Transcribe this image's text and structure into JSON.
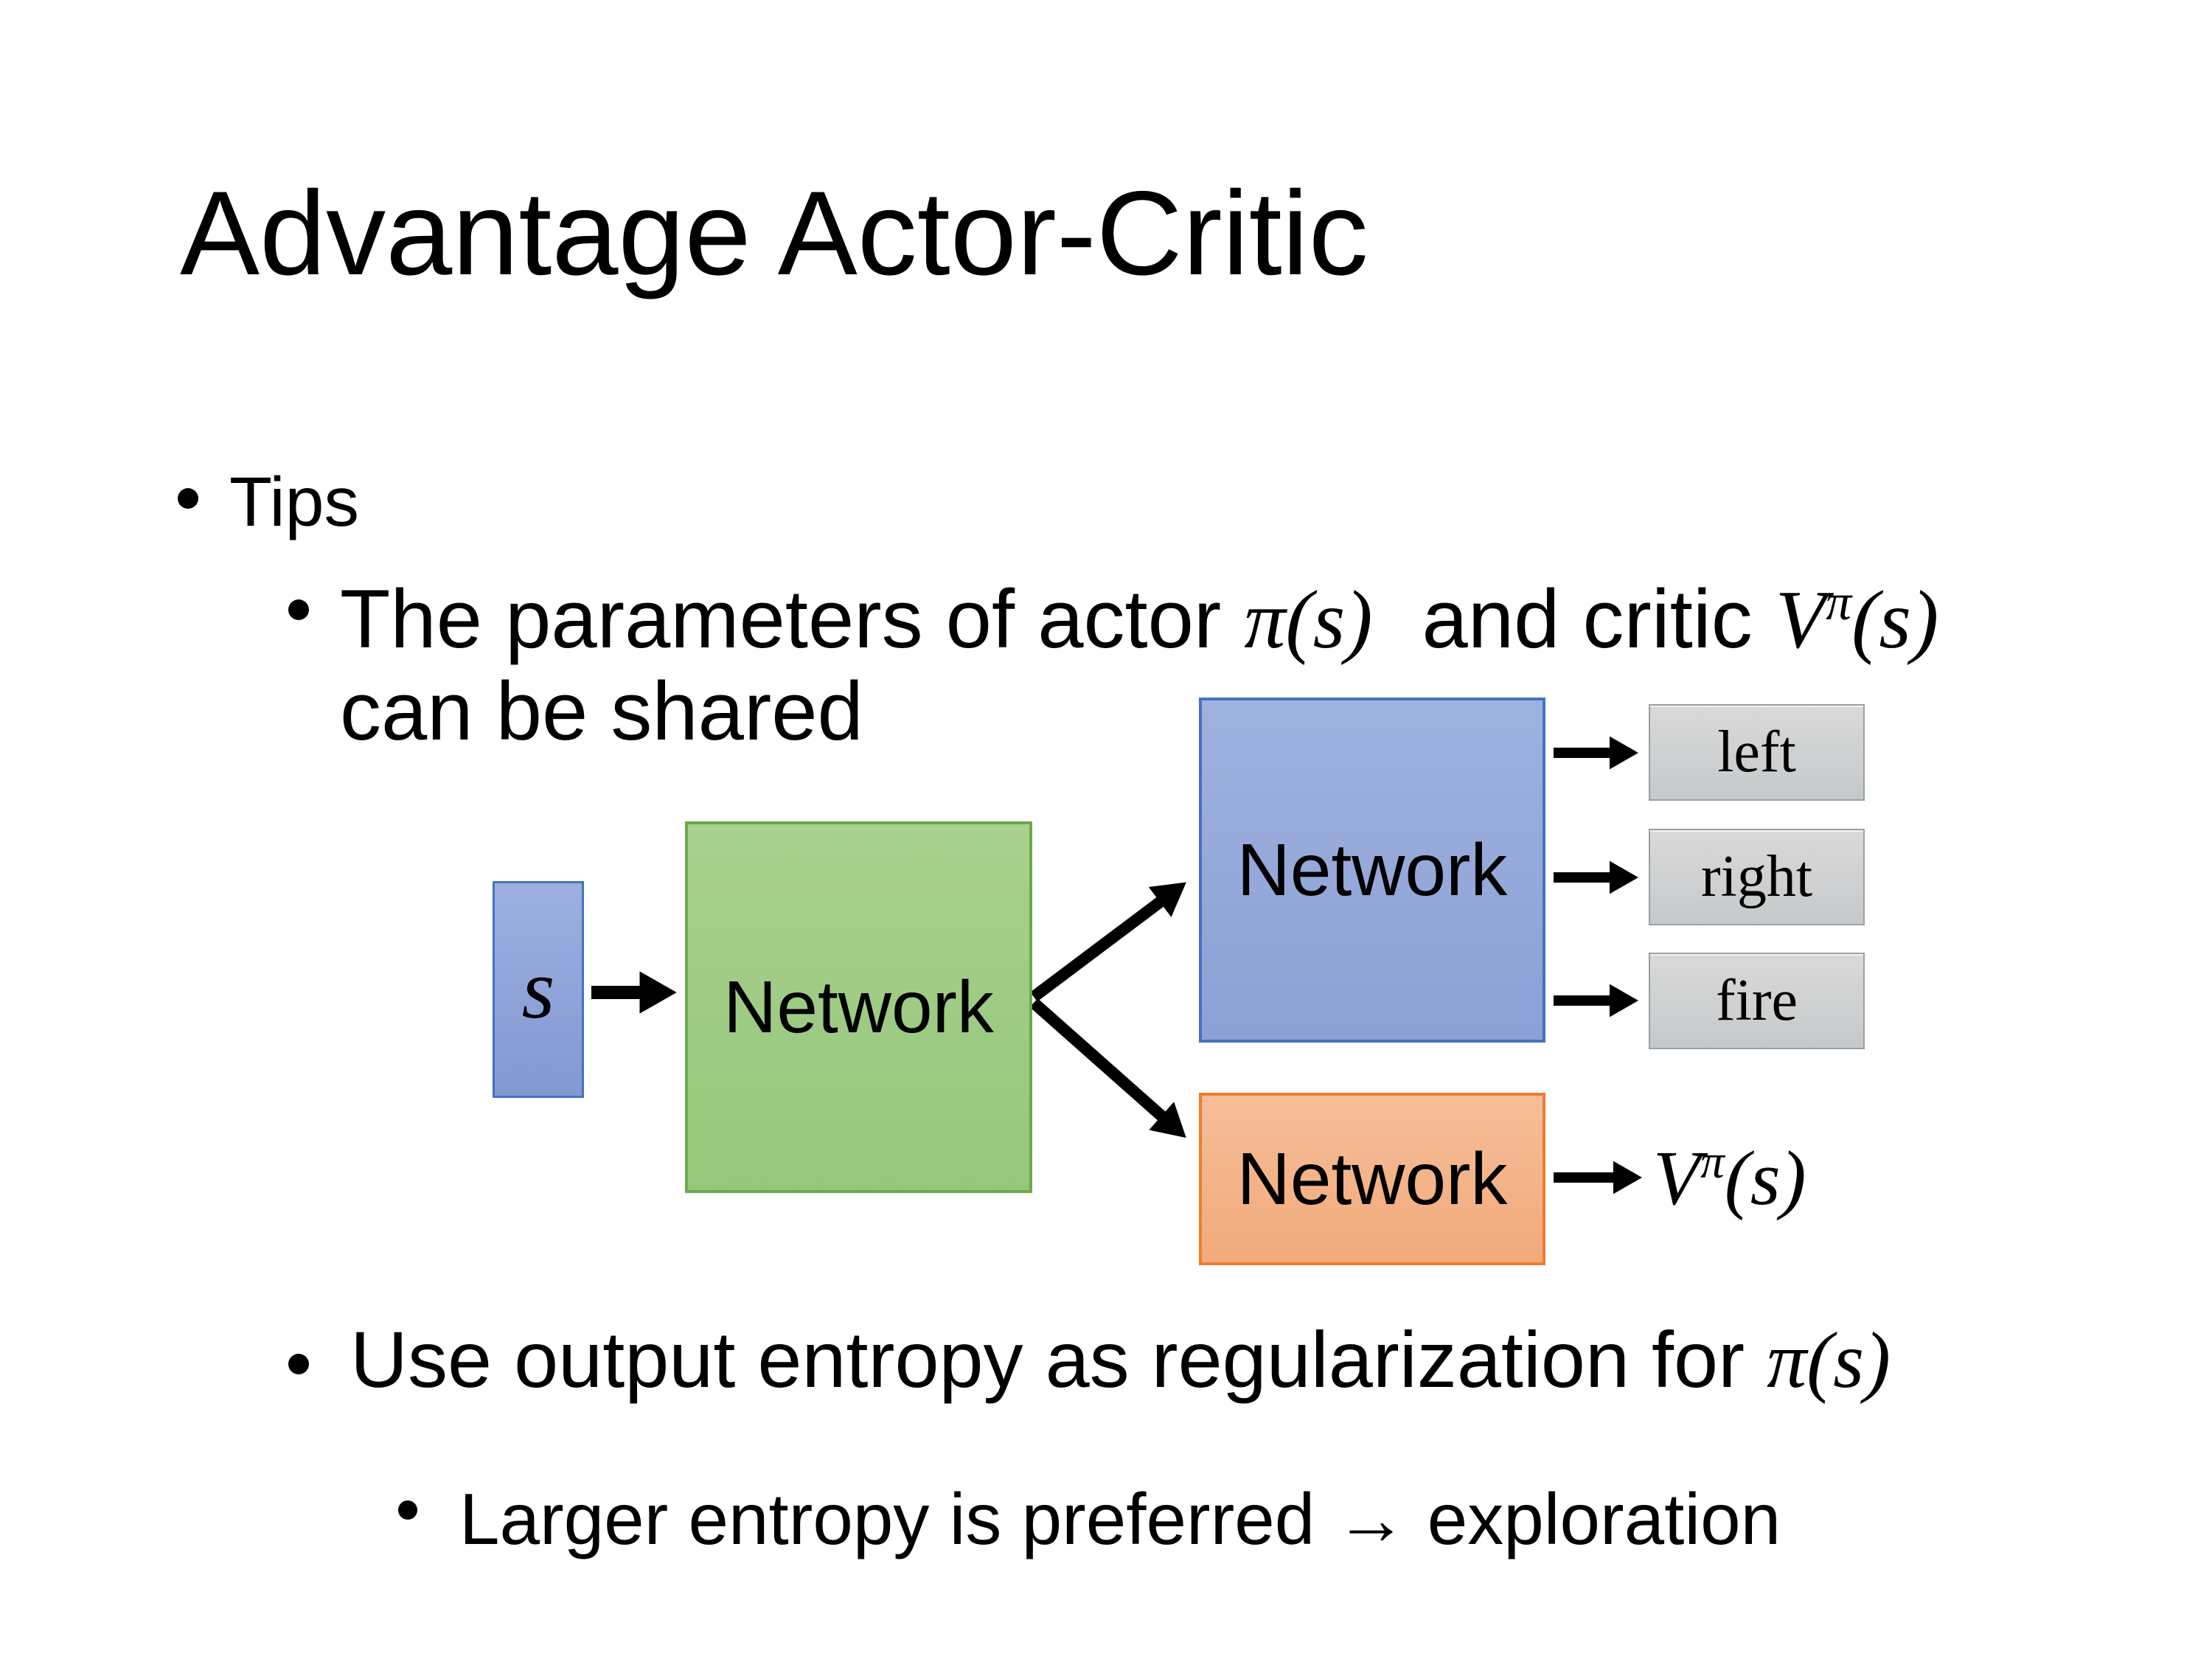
{
  "slide": {
    "title": "Advantage Actor-Critic",
    "tips_label": "Tips",
    "param_bullet": {
      "pre": "The parameters of actor ",
      "actor_math": "π(s)",
      "mid": " and critic ",
      "critic_base": "V",
      "critic_sup": "π",
      "critic_args": "(s)",
      "line2": "can be shared"
    },
    "entropy_bullet": {
      "pre": "Use output entropy as regularization for ",
      "math": "π(s)"
    },
    "exploration_bullet": "Larger entropy is preferred → exploration"
  },
  "diagram": {
    "input_label": "s",
    "shared_network_label": "Network",
    "actor_network_label": "Network",
    "critic_network_label": "Network",
    "action_labels": [
      "left",
      "right",
      "fire"
    ],
    "value_output": {
      "base": "V",
      "sup": "π",
      "args": "(s)"
    },
    "colors": {
      "input_fill": "#8FA3DB",
      "input_border": "#4472C4",
      "shared_fill": "#A9D08E",
      "shared_border": "#6CA84C",
      "actor_fill": "#9FB1DF",
      "actor_border": "#4472C4",
      "critic_fill": "#F4B183",
      "critic_border": "#ED7D31",
      "action_fill": "#D0D2D4",
      "action_border": "#9B9FA2",
      "arrow": "#000000",
      "text": "#000000",
      "background": "#FFFFFF"
    }
  }
}
